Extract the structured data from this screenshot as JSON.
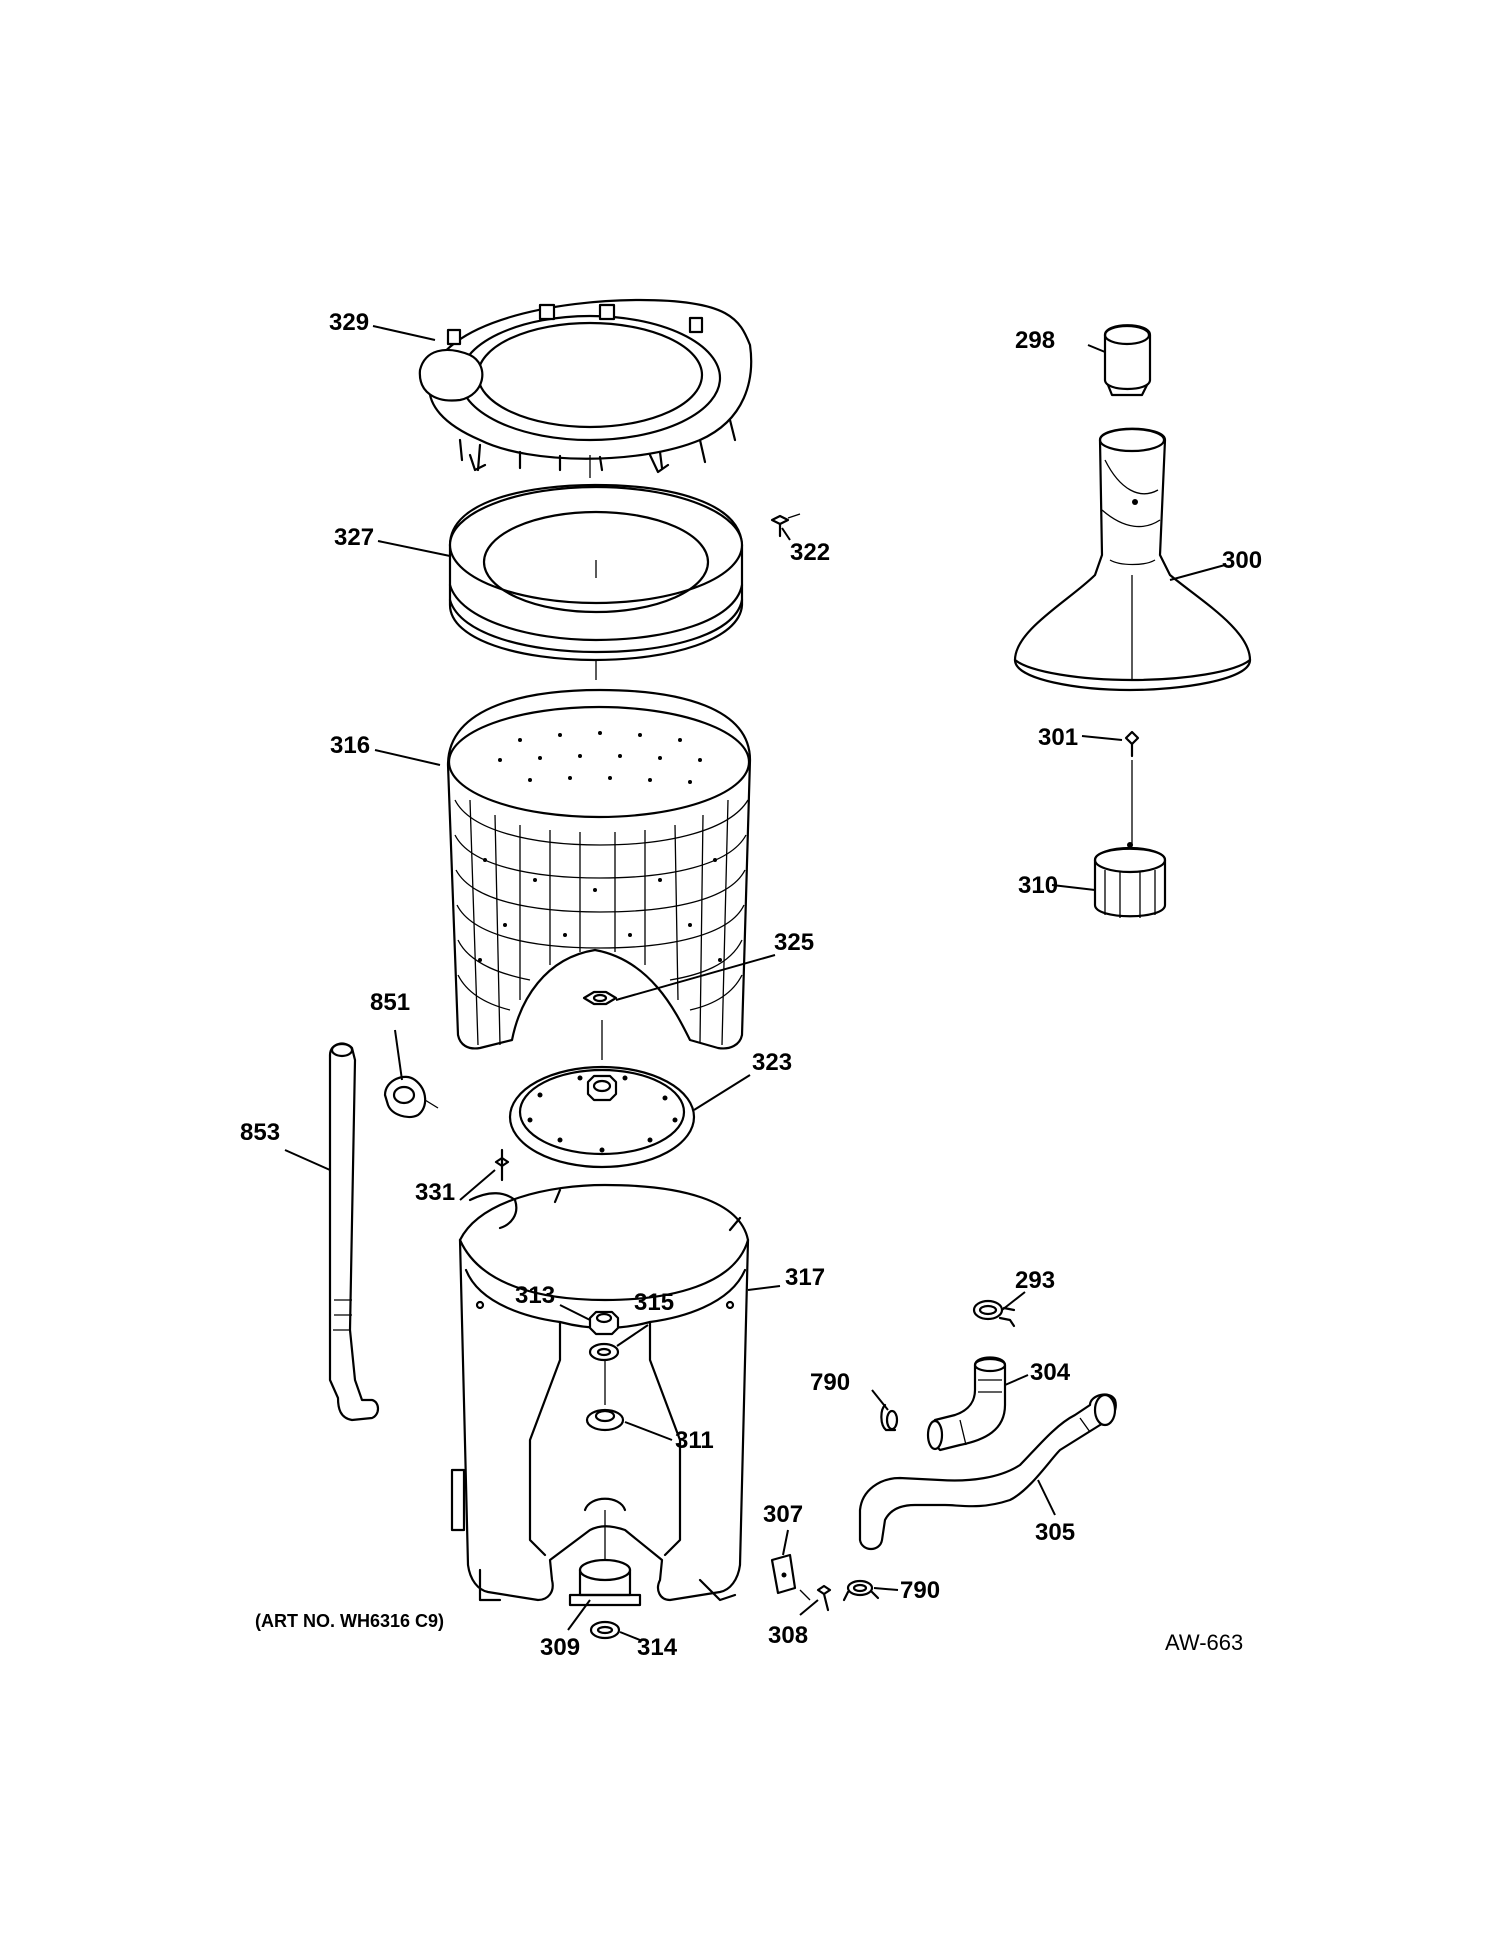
{
  "labels": {
    "l329": "329",
    "l327": "327",
    "l322": "322",
    "l316": "316",
    "l325": "325",
    "l851": "851",
    "l853": "853",
    "l323": "323",
    "l331": "331",
    "l317": "317",
    "l313": "313",
    "l315": "315",
    "l311": "311",
    "l309": "309",
    "l314": "314",
    "l298": "298",
    "l300": "300",
    "l301": "301",
    "l310": "310",
    "l293": "293",
    "l304": "304",
    "l790a": "790",
    "l790b": "790",
    "l305": "305",
    "l307": "307",
    "l308": "308"
  },
  "art_note": "(ART NO. WH6316 C9)",
  "diagram_code": "AW-663"
}
